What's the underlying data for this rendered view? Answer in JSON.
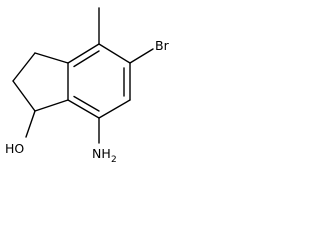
{
  "molecule": {
    "atoms": {
      "br": "Br",
      "oh": "HO",
      "nh2_main": "NH",
      "nh2_sub": "2"
    },
    "colors": {
      "bond": "#000000",
      "label": "#000000",
      "background": "#ffffff"
    }
  }
}
